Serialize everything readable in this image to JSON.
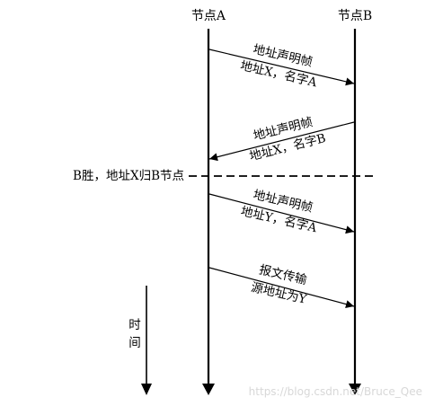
{
  "nodes": {
    "a": "节点A",
    "b": "节点B"
  },
  "messages": [
    {
      "line1": "地址声明帧",
      "line2": "地址X，名字A",
      "direction": "A-to-B"
    },
    {
      "line1": "地址声明帧",
      "line2": "地址X，名字B",
      "direction": "B-to-A"
    },
    {
      "line1": "地址声明帧",
      "line2": "地址Y，名字A",
      "direction": "A-to-B"
    },
    {
      "line1": "报文传输",
      "line2": "源地址为Y",
      "direction": "A-to-B"
    }
  ],
  "event": "B胜，地址X归B节点",
  "time_axis": {
    "line1": "时",
    "line2": "间"
  },
  "watermark": "https://blog.csdn.net/Bruce_Qee",
  "colors": {
    "line": "#000000",
    "watermark": "#d8d8d8"
  }
}
